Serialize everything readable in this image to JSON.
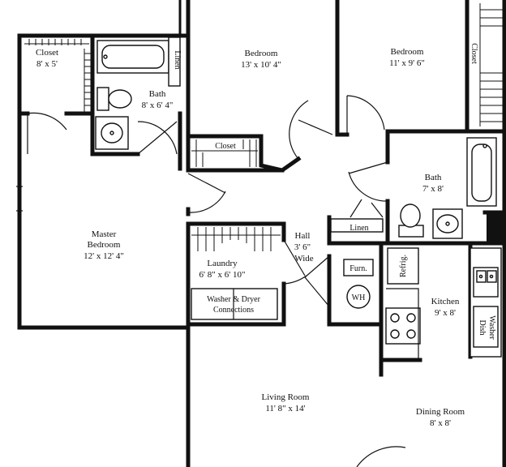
{
  "rooms": {
    "closet_master": {
      "name": "Closet",
      "dims": "8' x 5'"
    },
    "bath_master": {
      "name": "Bath",
      "dims": "8' x 6' 4\""
    },
    "linen_master": {
      "name": "Linen"
    },
    "bedroom_center": {
      "name": "Bedroom",
      "dims": "13' x 10' 4\""
    },
    "bedroom_right": {
      "name": "Bedroom",
      "dims": "11' x 9' 6\""
    },
    "closet_right": {
      "name": "Closet"
    },
    "closet_hall": {
      "name": "Closet"
    },
    "master_bedroom": {
      "name_line1": "Master",
      "name_line2": "Bedroom",
      "dims": "12' x 12' 4\""
    },
    "bath_second": {
      "name": "Bath",
      "dims": "7' x 8'"
    },
    "linen_hall": {
      "name": "Linen"
    },
    "hall": {
      "name": "Hall",
      "dims": "3' 6\"",
      "note": "Wide"
    },
    "laundry": {
      "name": "Laundry",
      "dims": "6' 8\" x 6' 10\""
    },
    "washer_dryer": {
      "line1": "Washer & Dryer",
      "line2": "Connections"
    },
    "furnace": {
      "name": "Furn."
    },
    "water_heater": {
      "name": "WH"
    },
    "refrigerator": {
      "name": "Refrig."
    },
    "kitchen": {
      "name": "Kitchen",
      "dims": "9' x 8'"
    },
    "dishwasher": {
      "line1": "Dish",
      "line2": "Washer"
    },
    "living_room": {
      "name": "Living Room",
      "dims": "11' 8\" x 14'"
    },
    "dining_room": {
      "name": "Dining Room",
      "dims": "8' x 8'"
    }
  }
}
